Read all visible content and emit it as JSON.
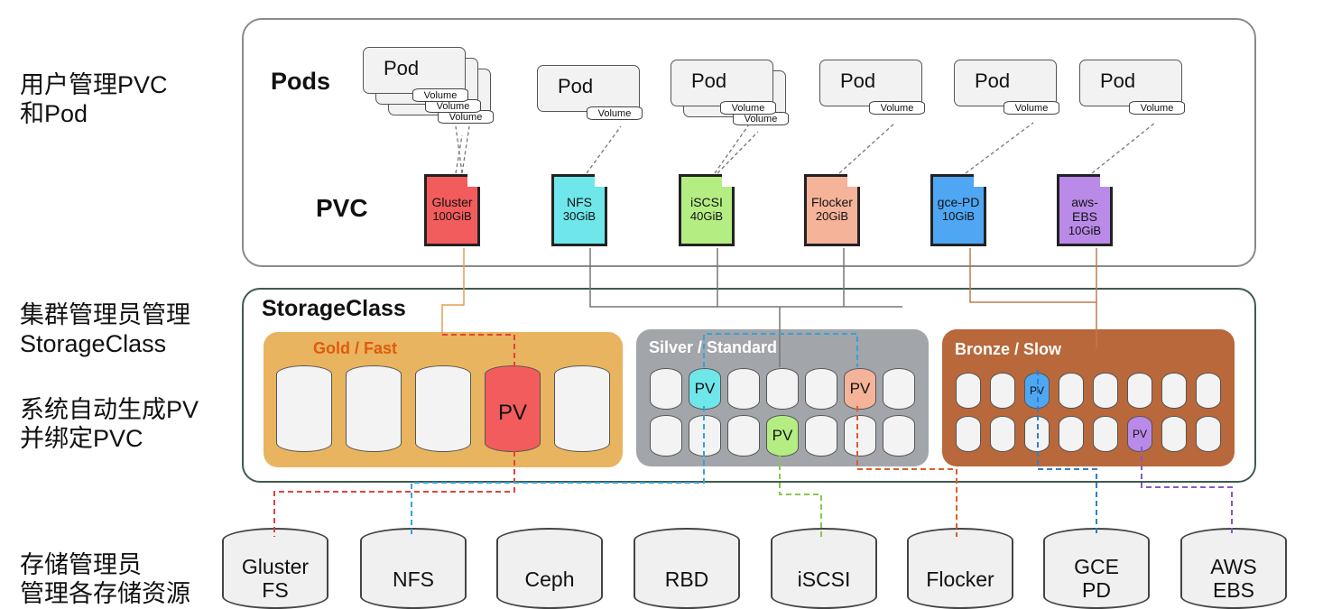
{
  "side_labels": {
    "user": [
      "用户管理PVC",
      "和Pod"
    ],
    "admin": [
      "集群管理员管理",
      "StorageClass"
    ],
    "auto": [
      "系统自动生成PV",
      "并绑定PVC"
    ],
    "storage": [
      "存储管理员",
      "管理各存储资源"
    ]
  },
  "pods_heading": "Pods",
  "pvc_heading": "PVC",
  "storageclass_heading": "StorageClass",
  "pod_label": "Pod",
  "volume_label": "Volume",
  "pvcs": [
    {
      "name": "Gluster",
      "size": "100GiB",
      "color": "#f25c5c"
    },
    {
      "name": "NFS",
      "size": "30GiB",
      "color": "#6fe6ea"
    },
    {
      "name": "iSCSI",
      "size": "40GiB",
      "color": "#b4ee83"
    },
    {
      "name": "Flocker",
      "size": "20GiB",
      "color": "#f5b39a"
    },
    {
      "name": "gce-PD",
      "size": "10GiB",
      "color": "#4fa7f3"
    },
    {
      "name": "aws-EBS",
      "size": "10GiB",
      "color": "#b98ae8"
    }
  ],
  "classes": [
    {
      "name": "Gold / Fast",
      "bg": "#e8b45f",
      "title_color": "#e05a10"
    },
    {
      "name": "Silver / Standard",
      "bg": "#a2a5aa",
      "title_color": "#ffffff"
    },
    {
      "name": "Bronze / Slow",
      "bg": "#b8683a",
      "title_color": "#ffffff"
    }
  ],
  "pv_label": "PV",
  "backends": [
    [
      "Gluster",
      "FS"
    ],
    [
      "NFS"
    ],
    [
      "Ceph"
    ],
    [
      "RBD"
    ],
    [
      "iSCSI"
    ],
    [
      "Flocker"
    ],
    [
      "GCE",
      "PD"
    ],
    [
      "AWS",
      "EBS"
    ]
  ],
  "colors": {
    "gluster_line": "#e0a050",
    "gluster_dash": "#e0443a",
    "nfs_dash": "#33a3d8",
    "iscsi_dash": "#88c84a",
    "flocker_dash": "#e05a30",
    "gce_dash": "#2f7fc8",
    "aws_dash": "#8a55c8"
  }
}
